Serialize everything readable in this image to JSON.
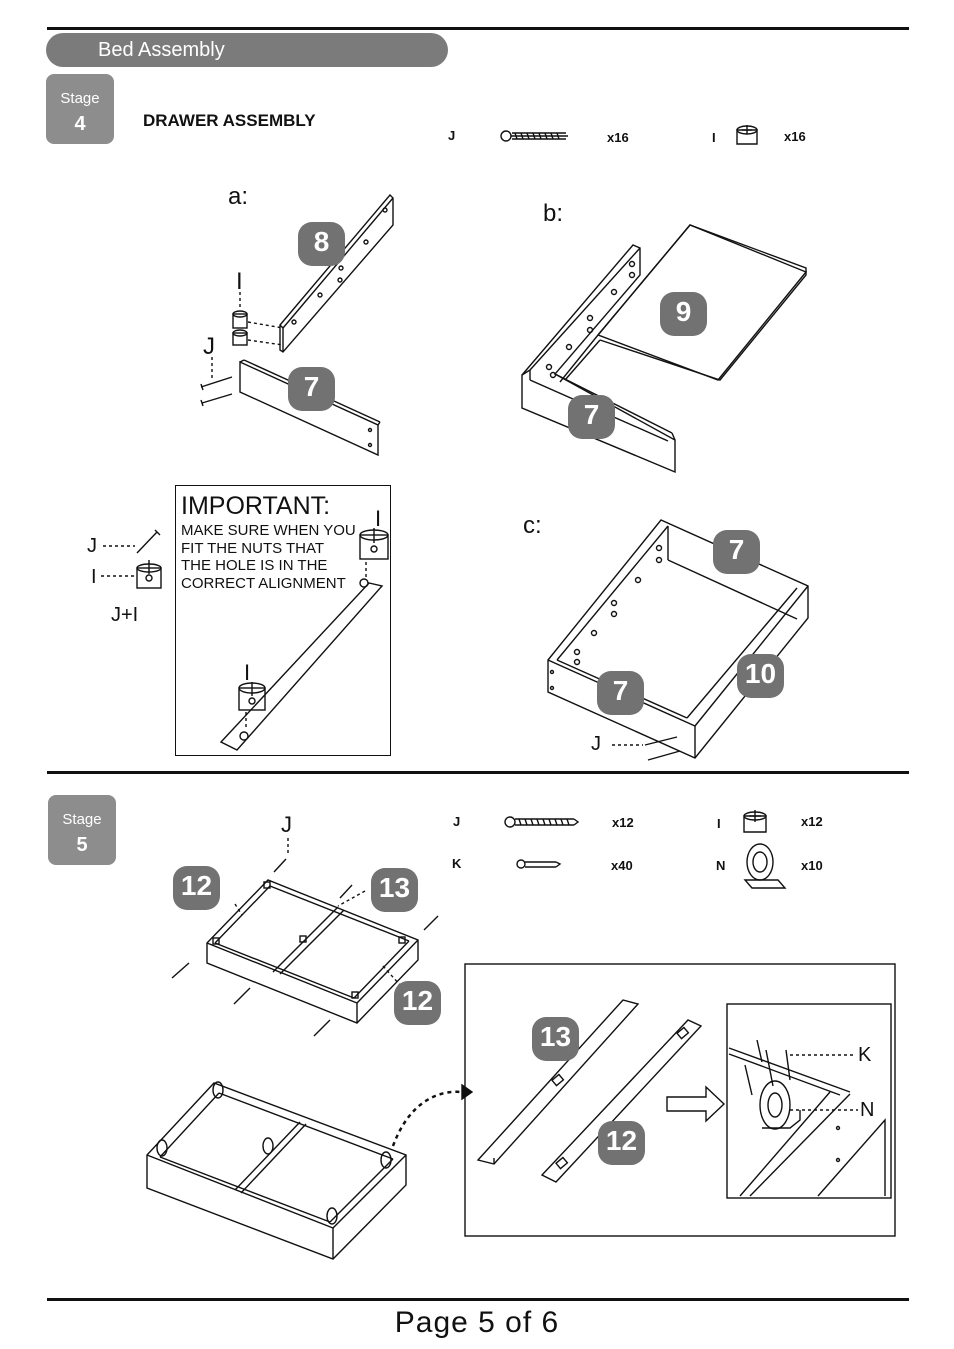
{
  "header": {
    "title": "Bed  Assembly"
  },
  "stage4": {
    "label": "Stage",
    "number": "4",
    "title": "DRAWER  ASSEMBLY",
    "parts": [
      {
        "code": "J",
        "qty": "x16",
        "icon": "long-screw-icon"
      },
      {
        "code": "I",
        "qty": "x16",
        "icon": "cam-nut-icon"
      }
    ],
    "step_labels": {
      "a": "a:",
      "b": "b:",
      "c": "c:"
    },
    "part_letters": {
      "I": "I",
      "J": "J",
      "JI": "J+I"
    },
    "numbers": {
      "n7": "7",
      "n8": "8",
      "n9": "9",
      "n10": "10"
    },
    "note": {
      "title": "IMPORTANT:",
      "lines": [
        "MAKE SURE WHEN YOU",
        "FIT THE NUTS THAT",
        "THE HOLE IS IN THE",
        "CORRECT ALIGNMENT"
      ]
    }
  },
  "stage5": {
    "label": "Stage",
    "number": "5",
    "parts": [
      {
        "code": "J",
        "qty": "x12",
        "icon": "long-screw-icon"
      },
      {
        "code": "I",
        "qty": "x12",
        "icon": "cam-nut-icon"
      },
      {
        "code": "K",
        "qty": "x40",
        "icon": "short-screw-icon"
      },
      {
        "code": "N",
        "qty": "x10",
        "icon": "castor-wheel-icon"
      }
    ],
    "letters": {
      "J": "J",
      "K": "K",
      "N": "N"
    },
    "numbers": {
      "n12": "12",
      "n13": "13"
    }
  },
  "footer": {
    "page": "Page  5  of  6"
  },
  "colors": {
    "badge": "#727272",
    "stage_box": "#8d8d8d",
    "header_bar": "#7b7b7b"
  }
}
